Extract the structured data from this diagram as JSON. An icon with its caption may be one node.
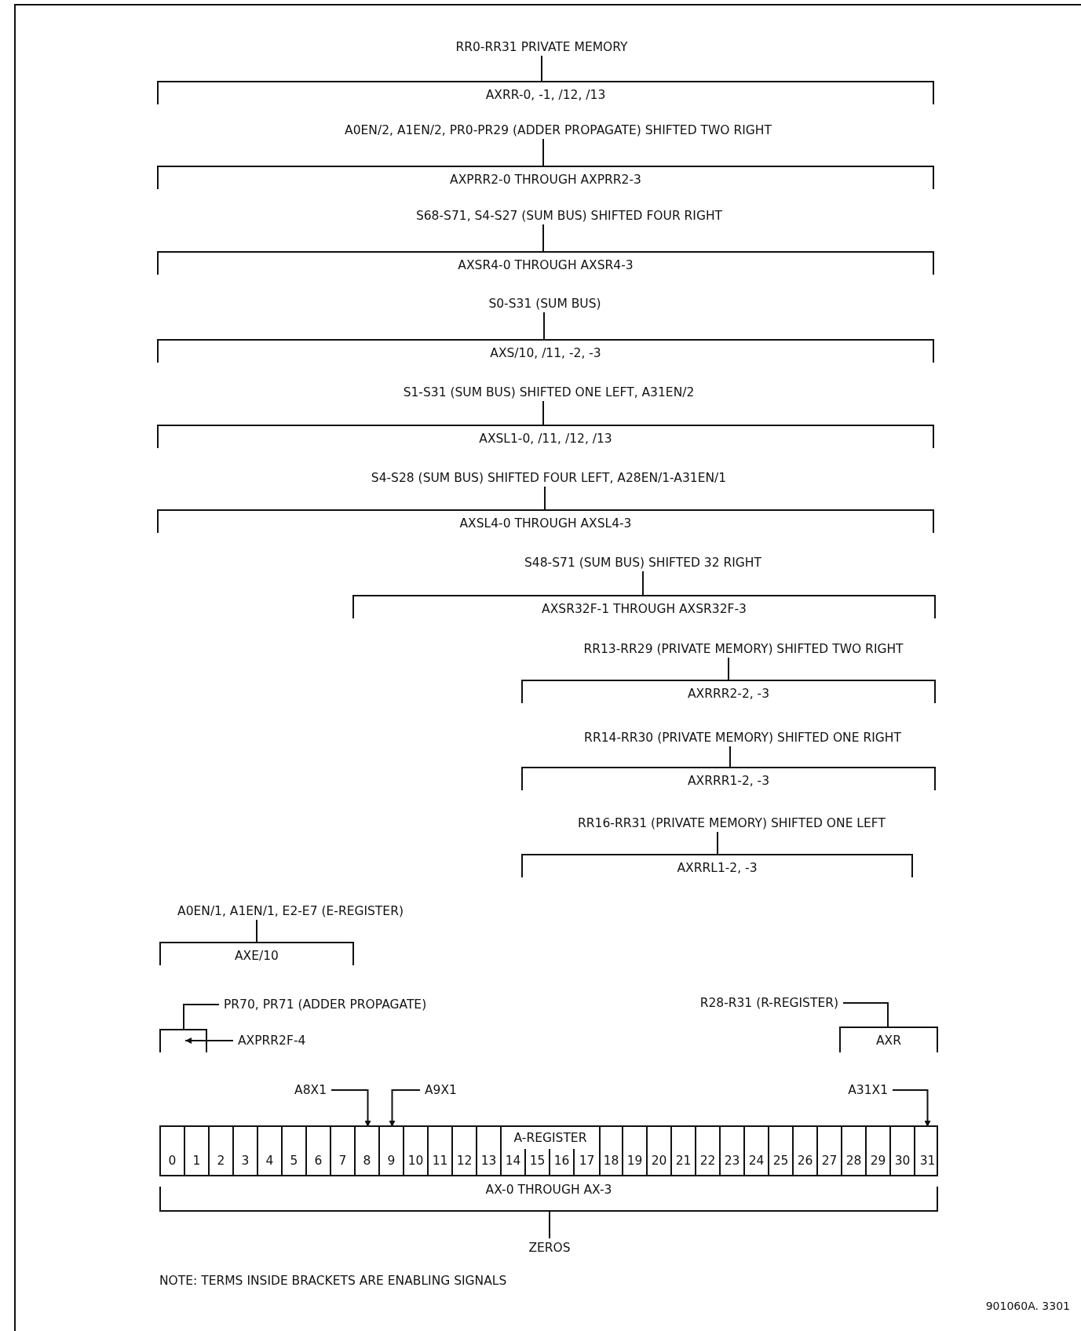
{
  "diagram": {
    "nodes": [
      {
        "text": [
          "RR0-RR31 PRIVATE MEMORY"
        ]
      },
      {
        "text": [
          "AXRR-0, -1, /12, /13"
        ]
      },
      {
        "text": [
          "A0EN/2, A1EN/2, PR0-PR29 (ADDER PROPAGATE) SHIFTED TWO RIGHT"
        ]
      },
      {
        "text": [
          "AXPRR2-0 THROUGH AXPRR2-3"
        ]
      },
      {
        "text": [
          "S68-S71, S4-S27 (SUM BUS) SHIFTED FOUR RIGHT"
        ]
      },
      {
        "text": [
          "AXSR4-0 THROUGH AXSR4-3"
        ]
      },
      {
        "text": [
          "S0-S31 (SUM BUS)"
        ]
      },
      {
        "text": [
          "AXS/10, /11, -2, -3"
        ]
      },
      {
        "text": [
          "S1-S31 (SUM BUS) SHIFTED ONE LEFT, A31EN/2"
        ]
      },
      {
        "text": [
          "AXSL1-0, /11, /12, /13"
        ]
      },
      {
        "text": [
          "S4-S28 (SUM BUS) SHIFTED FOUR LEFT, A28EN/1-A31EN/1"
        ]
      },
      {
        "text": [
          "AXSL4-0 THROUGH AXSL4-3"
        ]
      },
      {
        "text": [
          "S48-S71 (SUM BUS) SHIFTED 32 RIGHT"
        ]
      },
      {
        "text": [
          "AXSR32F-1 THROUGH AXSR32F-3"
        ]
      },
      {
        "text": [
          "RR13-RR29 (PRIVATE MEMORY) SHIFTED TWO RIGHT"
        ]
      },
      {
        "text": [
          "AXRRR2-2, -3"
        ]
      },
      {
        "text": [
          "RR14-RR30 (PRIVATE MEMORY) SHIFTED ONE RIGHT"
        ]
      },
      {
        "text": [
          "AXRRR1-2, -3"
        ]
      },
      {
        "text": [
          "RR16-RR31 (PRIVATE MEMORY) SHIFTED ONE LEFT"
        ]
      },
      {
        "text": [
          "AXRRL1-2, -3"
        ]
      },
      {
        "text": [
          "A0EN/1, A1EN/1, E2-E7 (E-REGISTER)"
        ]
      },
      {
        "text": [
          "AXE/10"
        ]
      },
      {
        "text": [
          "PR70, PR71 (ADDER PROPAGATE)"
        ]
      },
      {
        "text": [],
        "shape": "bracket"
      },
      {
        "text": [
          "AXPRR2F-4"
        ]
      },
      {
        "text": [
          "R28-R31 (R-REGISTER)"
        ]
      },
      {
        "text": [
          "AXR"
        ]
      },
      {
        "text": [
          "A8X1"
        ]
      },
      {
        "text": [
          "A9X1"
        ]
      },
      {
        "text": [
          "A31X1"
        ]
      },
      {
        "text": [
          "A-REGISTER"
        ]
      },
      {
        "text": [
          "0"
        ],
        "in": 30
      },
      {
        "text": [
          "1"
        ],
        "in": 30
      },
      {
        "text": [
          "2"
        ],
        "in": 30
      },
      {
        "text": [
          "3"
        ],
        "in": 30
      },
      {
        "text": [
          "4"
        ],
        "in": 30
      },
      {
        "text": [
          "5"
        ],
        "in": 30
      },
      {
        "text": [
          "6"
        ],
        "in": 30
      },
      {
        "text": [
          "7"
        ],
        "in": 30
      },
      {
        "text": [
          "8"
        ],
        "in": 30
      },
      {
        "text": [
          "9"
        ],
        "in": 30
      },
      {
        "text": [
          "10"
        ],
        "in": 30
      },
      {
        "text": [
          "11"
        ],
        "in": 30
      },
      {
        "text": [
          "12"
        ],
        "in": 30
      },
      {
        "text": [
          "13"
        ],
        "in": 30
      },
      {
        "text": [
          "14"
        ],
        "in": 30
      },
      {
        "text": [
          "15"
        ],
        "in": 30
      },
      {
        "text": [
          "16"
        ],
        "in": 30
      },
      {
        "text": [
          "17"
        ],
        "in": 30
      },
      {
        "text": [
          "18"
        ],
        "in": 30
      },
      {
        "text": [
          "19"
        ],
        "in": 30
      },
      {
        "text": [
          "20"
        ],
        "in": 30
      },
      {
        "text": [
          "21"
        ],
        "in": 30
      },
      {
        "text": [
          "22"
        ],
        "in": 30
      },
      {
        "text": [
          "23"
        ],
        "in": 30
      },
      {
        "text": [
          "24"
        ],
        "in": 30
      },
      {
        "text": [
          "25"
        ],
        "in": 30
      },
      {
        "text": [
          "26"
        ],
        "in": 30
      },
      {
        "text": [
          "27"
        ],
        "in": 30
      },
      {
        "text": [
          "28"
        ],
        "in": 30
      },
      {
        "text": [
          "29"
        ],
        "in": 30
      },
      {
        "text": [
          "30"
        ],
        "in": 30
      },
      {
        "text": [
          "31"
        ],
        "in": 30
      },
      {
        "text": [
          "AX-0 THROUGH AX-3"
        ]
      },
      {
        "text": [
          "ZEROS"
        ]
      }
    ],
    "edges": [
      {
        "from": 0,
        "to": 1,
        "arrow": "none"
      },
      {
        "from": 2,
        "to": 3,
        "arrow": "none"
      },
      {
        "from": 4,
        "to": 5,
        "arrow": "none"
      },
      {
        "from": 6,
        "to": 7,
        "arrow": "none"
      },
      {
        "from": 8,
        "to": 9,
        "arrow": "none"
      },
      {
        "from": 10,
        "to": 11,
        "arrow": "none"
      },
      {
        "from": 12,
        "to": 13,
        "arrow": "none"
      },
      {
        "from": 14,
        "to": 15,
        "arrow": "none"
      },
      {
        "from": 16,
        "to": 17,
        "arrow": "none"
      },
      {
        "from": 18,
        "to": 19,
        "arrow": "none"
      },
      {
        "from": 20,
        "to": 21,
        "arrow": "none"
      },
      {
        "from": 22,
        "to": 23,
        "arrow": "none"
      },
      {
        "from": 24,
        "to": 23,
        "arrow": "to"
      },
      {
        "from": 25,
        "to": 26,
        "arrow": "none"
      },
      {
        "from": 27,
        "to": 39,
        "arrow": "to"
      },
      {
        "from": 28,
        "to": 40,
        "arrow": "to"
      },
      {
        "from": 29,
        "to": 62,
        "arrow": "to"
      },
      {
        "from": 64,
        "to": 63,
        "arrow": "none"
      }
    ],
    "labels": [
      "NOTE: TERMS INSIDE BRACKETS ARE ENABLING SIGNALS",
      "901060A. 3301"
    ]
  }
}
